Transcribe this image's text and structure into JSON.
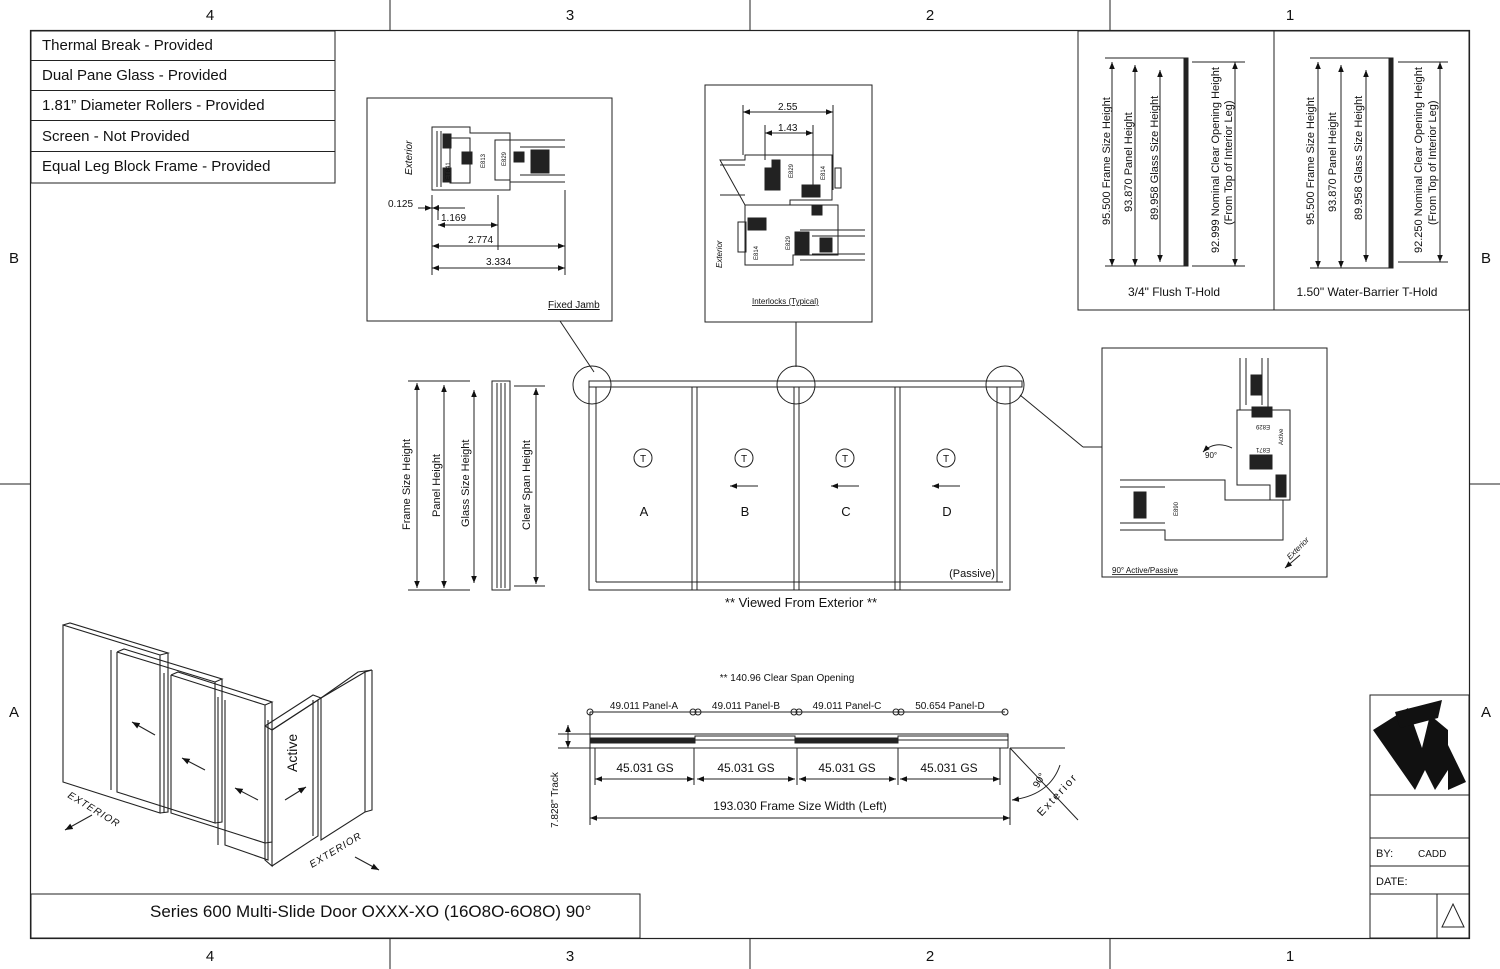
{
  "border": {
    "top_zones": [
      "4",
      "3",
      "2",
      "1"
    ],
    "bottom_zones": [
      "4",
      "3",
      "2",
      "1"
    ],
    "left_rows": [
      "B",
      "A"
    ],
    "right_rows": [
      "B",
      "A"
    ]
  },
  "features": [
    "Thermal Break - Provided",
    "Dual Pane Glass - Provided",
    "1.81” Diameter Rollers - Provided",
    "Screen - Not Provided",
    "Equal Leg Block Frame - Provided"
  ],
  "fixed_jamb": {
    "caption": "Fixed Jamb",
    "exterior": "Exterior",
    "parts": [
      "ET841",
      "E813",
      "E829"
    ],
    "dims": [
      "0.125",
      "1.169",
      "2.774",
      "3.334"
    ]
  },
  "interlocks": {
    "caption": "Interlocks (Typical)",
    "exterior": "Exterior",
    "parts": [
      "E814",
      "E829",
      "E814",
      "E829"
    ],
    "dims": [
      "2.55",
      "1.43"
    ]
  },
  "thold_left": {
    "caption": "3/4\" Flush T-Hold",
    "labels": [
      "95.500 Frame Size Height",
      "93.870 Panel Height",
      "89.958 Glass Size Height"
    ],
    "clear": [
      "92.999 Nominal Clear Opening Height",
      "(From Top of Interior Leg)"
    ]
  },
  "thold_right": {
    "caption": "1.50\" Water-Barrier T-Hold",
    "labels": [
      "95.500 Frame Size Height",
      "93.870 Panel Height",
      "89.958 Glass Size Height"
    ],
    "clear": [
      "92.250 Nominal Clear Opening Height",
      "(From Top of Interior Leg)"
    ]
  },
  "height_legend": [
    "Frame Size Height",
    "Panel Height",
    "Glass Size Height",
    "Clear Span Height"
  ],
  "elevation": {
    "marker": "T",
    "panels": [
      "A",
      "B",
      "C",
      "D"
    ],
    "passive": "(Passive)",
    "viewed": "** Viewed From Exterior **"
  },
  "corner_detail": {
    "caption": "90° Active/Passive",
    "angle": "90°",
    "exterior": "Exterior",
    "active": "Active",
    "parts": [
      "E829",
      "E871",
      "E890"
    ]
  },
  "plan": {
    "clear_span": "** 140.96 Clear Span Opening",
    "panels": [
      "49.011 Panel-A",
      "49.011 Panel-B",
      "49.011 Panel-C",
      "50.654 Panel-D"
    ],
    "gs": [
      "45.031 GS",
      "45.031 GS",
      "45.031 GS",
      "45.031 GS"
    ],
    "width": "193.030 Frame Size Width (Left)",
    "track": "7.828\" Track",
    "angle": "90°",
    "exterior": "Exterior"
  },
  "iso": {
    "active": "Active",
    "exterior": [
      "EXTERIOR",
      "EXTERIOR"
    ]
  },
  "title": "Series 600 Multi-Slide Door OXXX-XO (16O8O-6O8O) 90°",
  "titleblock": {
    "by_label": "BY:",
    "by_value": "CADD",
    "date_label": "DATE:"
  }
}
